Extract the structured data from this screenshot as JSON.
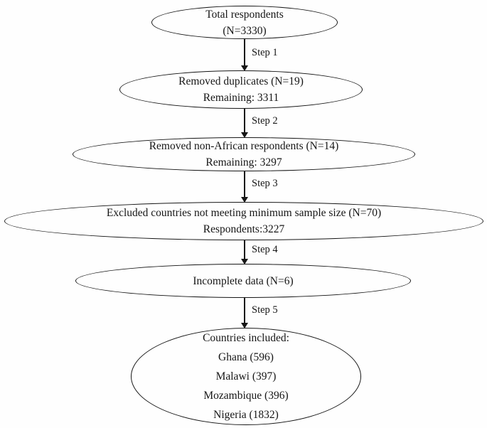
{
  "figure": {
    "type": "flowchart",
    "background_color": "#fefefe",
    "stroke_color": "#161616",
    "text_color": "#161616"
  },
  "nodes": [
    {
      "id": "total-respondents",
      "lines": [
        "Total respondents",
        "(N=3330)"
      ]
    },
    {
      "id": "removed-duplicates",
      "lines": [
        "Removed duplicates (N=19)",
        "Remaining: 3311"
      ]
    },
    {
      "id": "removed-non-african",
      "lines": [
        "Removed non-African respondents (N=14)",
        "Remaining: 3297"
      ]
    },
    {
      "id": "excluded-countries",
      "lines": [
        "Excluded countries not meeting minimum sample size (N=70)",
        "Respondents:3227"
      ]
    },
    {
      "id": "incomplete-data",
      "lines": [
        "Incomplete data (N=6)"
      ]
    },
    {
      "id": "countries-included",
      "lines": [
        "Countries included:",
        "Ghana (596)",
        "Malawi (397)",
        "Mozambique (396)",
        "Nigeria (1832)"
      ]
    }
  ],
  "arrows": [
    {
      "label": "Step 1"
    },
    {
      "label": "Step 2"
    },
    {
      "label": "Step 3"
    },
    {
      "label": "Step 4"
    },
    {
      "label": "Step 5"
    }
  ]
}
